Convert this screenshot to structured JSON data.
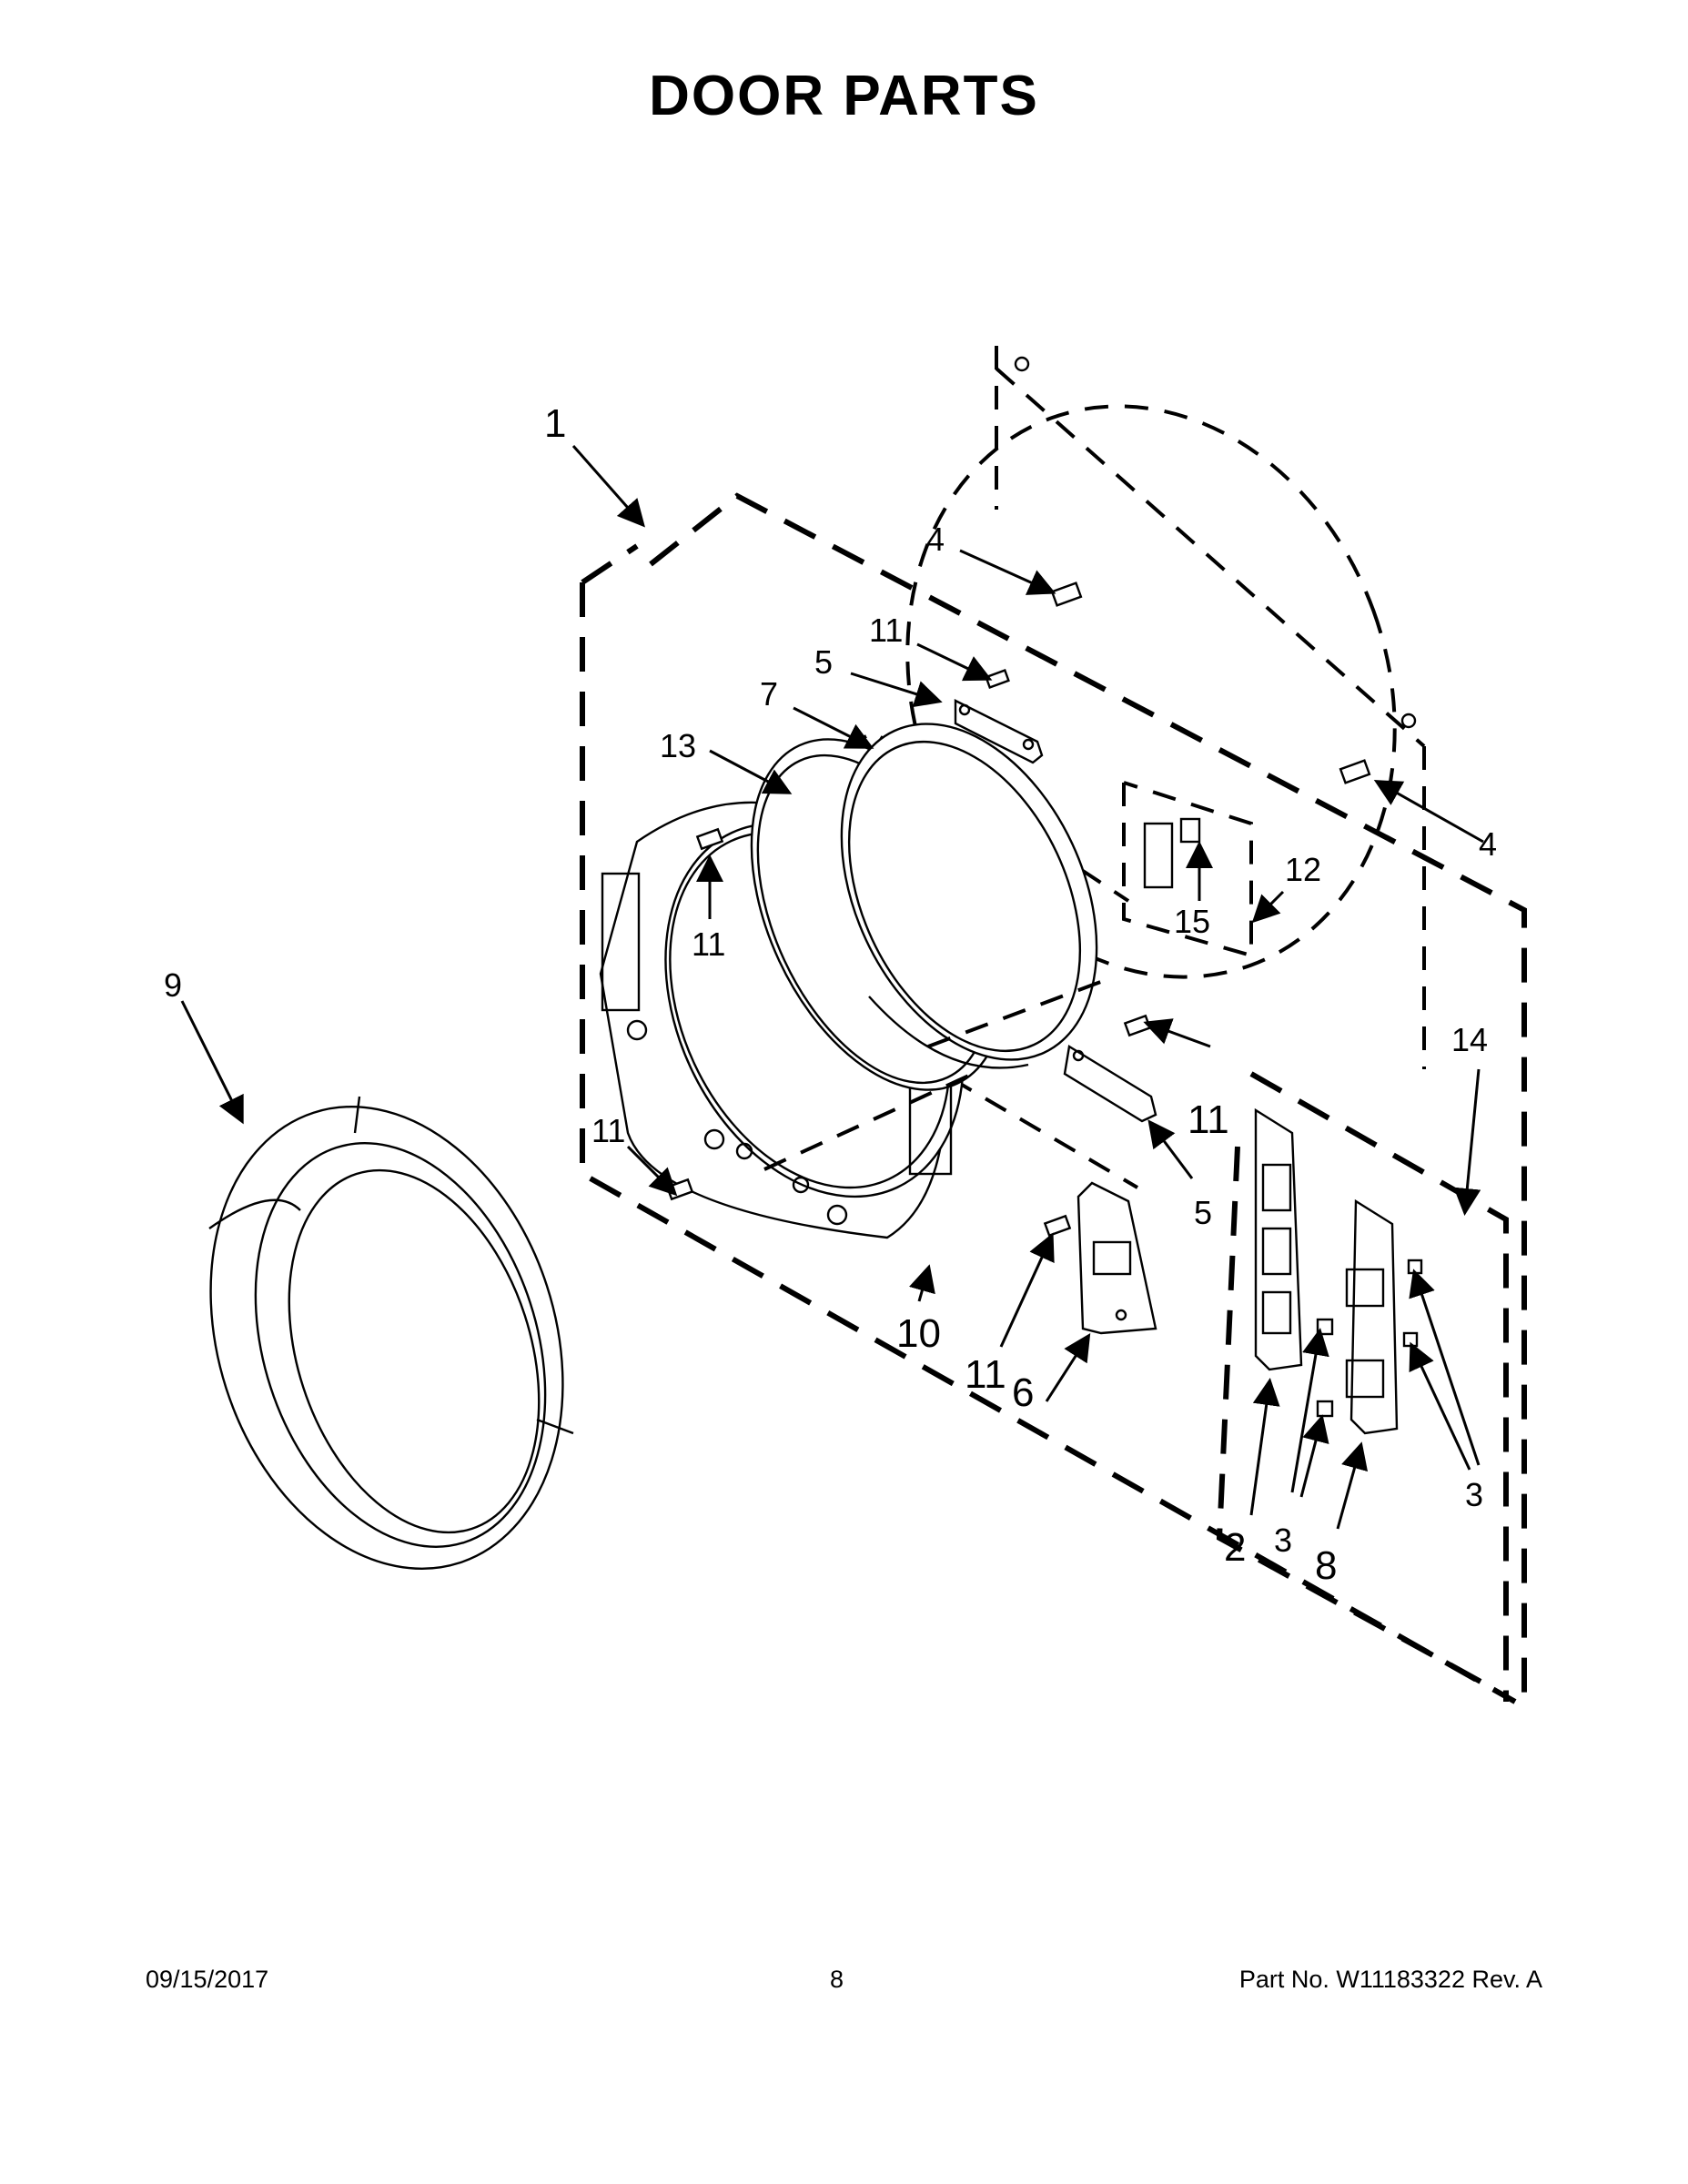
{
  "page": {
    "title": "DOOR PARTS"
  },
  "callouts": {
    "c1": "1",
    "c2": "2",
    "c3a": "3",
    "c3b": "3",
    "c4a": "4",
    "c4b": "4",
    "c5a": "5",
    "c5b": "5",
    "c6": "6",
    "c7": "7",
    "c8": "8",
    "c9": "9",
    "c10": "10",
    "c11a": "11",
    "c11b": "11",
    "c11c": "11",
    "c11d": "11",
    "c11e": "11",
    "c12": "12",
    "c13": "13",
    "c14": "14",
    "c15": "15"
  },
  "footer": {
    "date": "09/15/2017",
    "page_number": "8",
    "part_info": "Part No.  W11183322  Rev.  A"
  }
}
